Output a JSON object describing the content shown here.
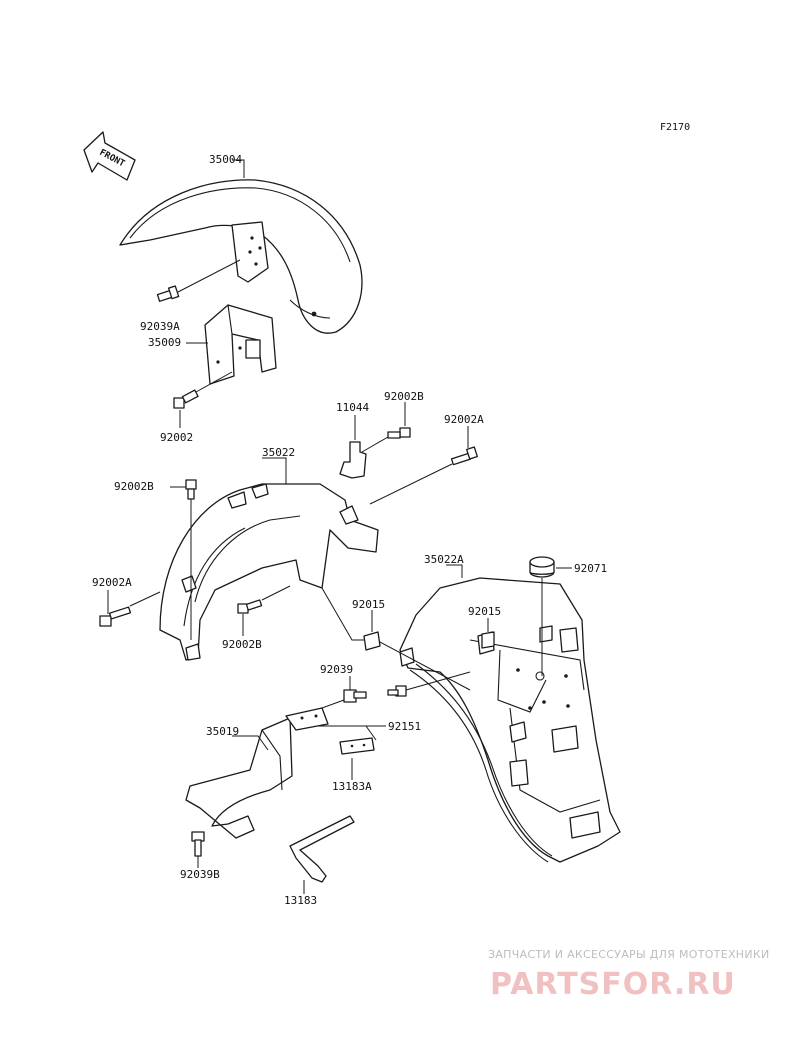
{
  "diagram_code": "F2170",
  "front_arrow_text": "FRONT",
  "parts": {
    "p35004": "35004",
    "p92039A": "92039A",
    "p35009": "35009",
    "p92002": "92002",
    "p11044": "11044",
    "p92002B_top": "92002B",
    "p92002A_top": "92002A",
    "p35022": "35022",
    "p92002B_left": "92002B",
    "p92002A_left": "92002A",
    "p92002B_mid": "92002B",
    "p35022A": "35022A",
    "p92071": "92071",
    "p92015_left": "92015",
    "p92015_right": "92015",
    "p92039": "92039",
    "p92151": "92151",
    "p35019": "35019",
    "p13183A": "13183A",
    "p92039B": "92039B",
    "p13183": "13183"
  },
  "watermark": {
    "subtitle": "ЗАПЧАСТИ И АКСЕССУАРЫ ДЛЯ МОТОТЕХНИКИ",
    "logo": "PARTSFOR.RU"
  },
  "colors": {
    "line": "#1a1a1a",
    "watermark_text": "#bdbdbd",
    "watermark_logo": "#f1c1c1"
  }
}
